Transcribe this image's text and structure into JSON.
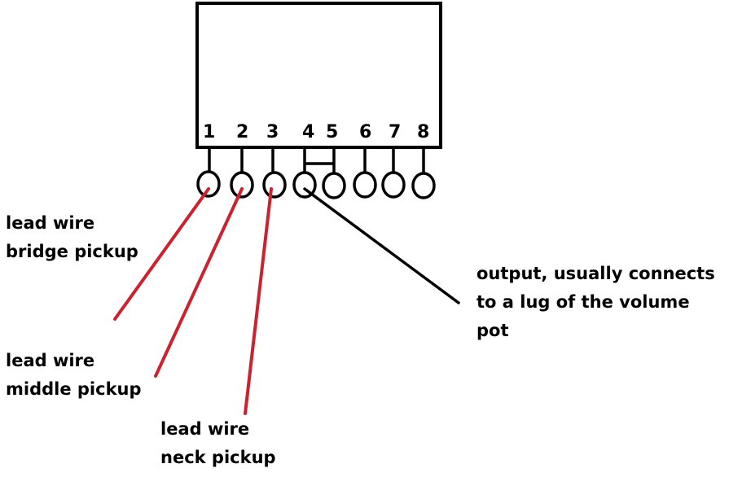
{
  "switch": {
    "lug_numbers": [
      "1",
      "2",
      "3",
      "4",
      "5",
      "6",
      "7",
      "8"
    ]
  },
  "labels": {
    "bridge": {
      "line1": "lead wire",
      "line2": "bridge pickup"
    },
    "middle": {
      "line1": "lead wire",
      "line2": "middle pickup"
    },
    "neck": {
      "line1": "lead wire",
      "line2": "neck pickup"
    },
    "output": {
      "line1": "output, usually connects",
      "line2": "to a lug of the volume",
      "line3": "pot"
    }
  },
  "colors": {
    "outline": "#000000",
    "lead_wire": "#cc2230",
    "output_wire": "#000000"
  }
}
